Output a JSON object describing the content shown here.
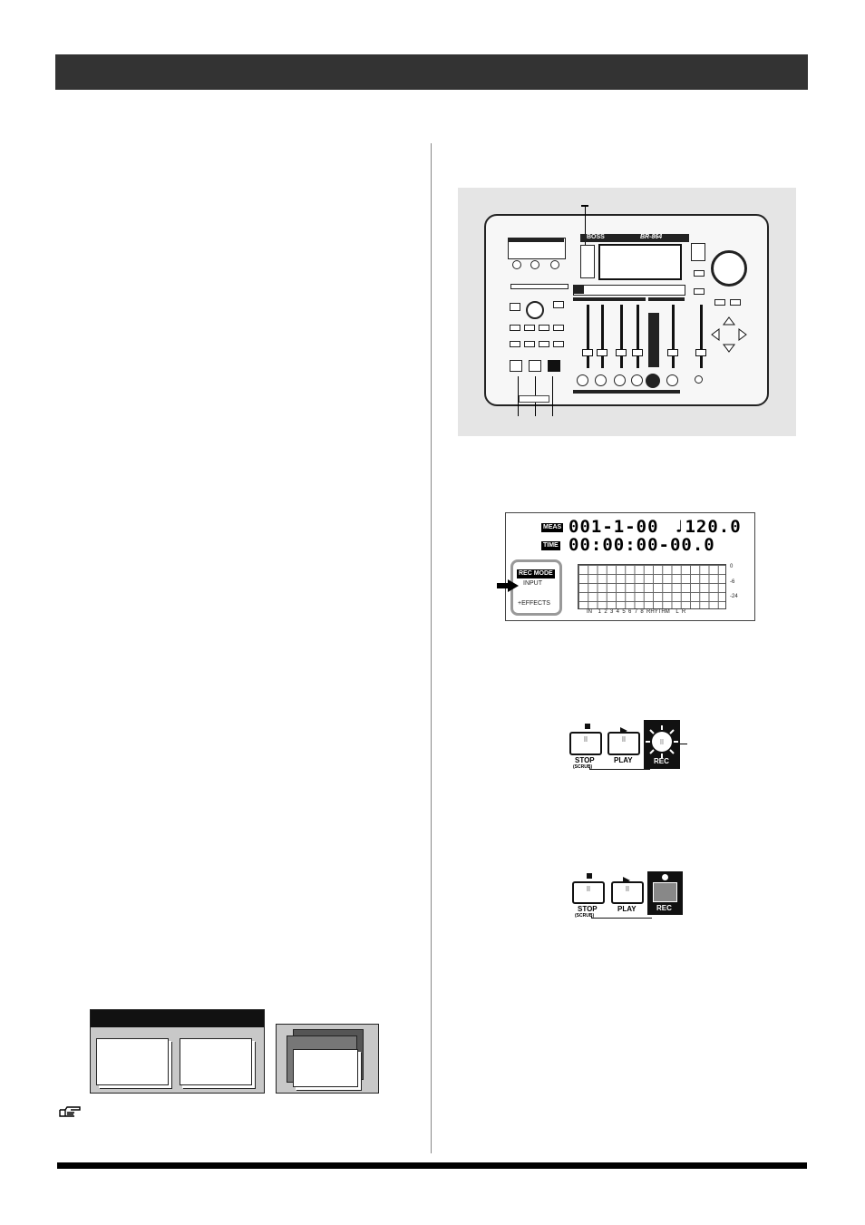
{
  "device": {
    "brand": "BOSS",
    "model": "BR-864",
    "buttons": {
      "stop": "STOP",
      "play": "PLAY",
      "rec": "REC",
      "scrub": "(SCRUB)"
    }
  },
  "lcd": {
    "meas_tag": "MEAS",
    "time_tag": "TIME",
    "meas_value": "001-1-00",
    "tempo_value": "♩120.0",
    "time_value": "00:00:00-00.0",
    "rec_mode_tag": "REC MODE",
    "rec_mode_option_1": "INPUT",
    "rec_mode_option_2": "+EFFECTS",
    "meter_scale": [
      "0",
      "-6",
      "-24"
    ],
    "meter_labels": "IN    1  2  3  4  5  6  7  8  RHYTHM    L  R"
  },
  "reference_icon": "pointing-hand-icon",
  "colors": {
    "header_bar": "#333333",
    "panel_bg": "#e5e5e5",
    "rec_button": "#111111"
  }
}
